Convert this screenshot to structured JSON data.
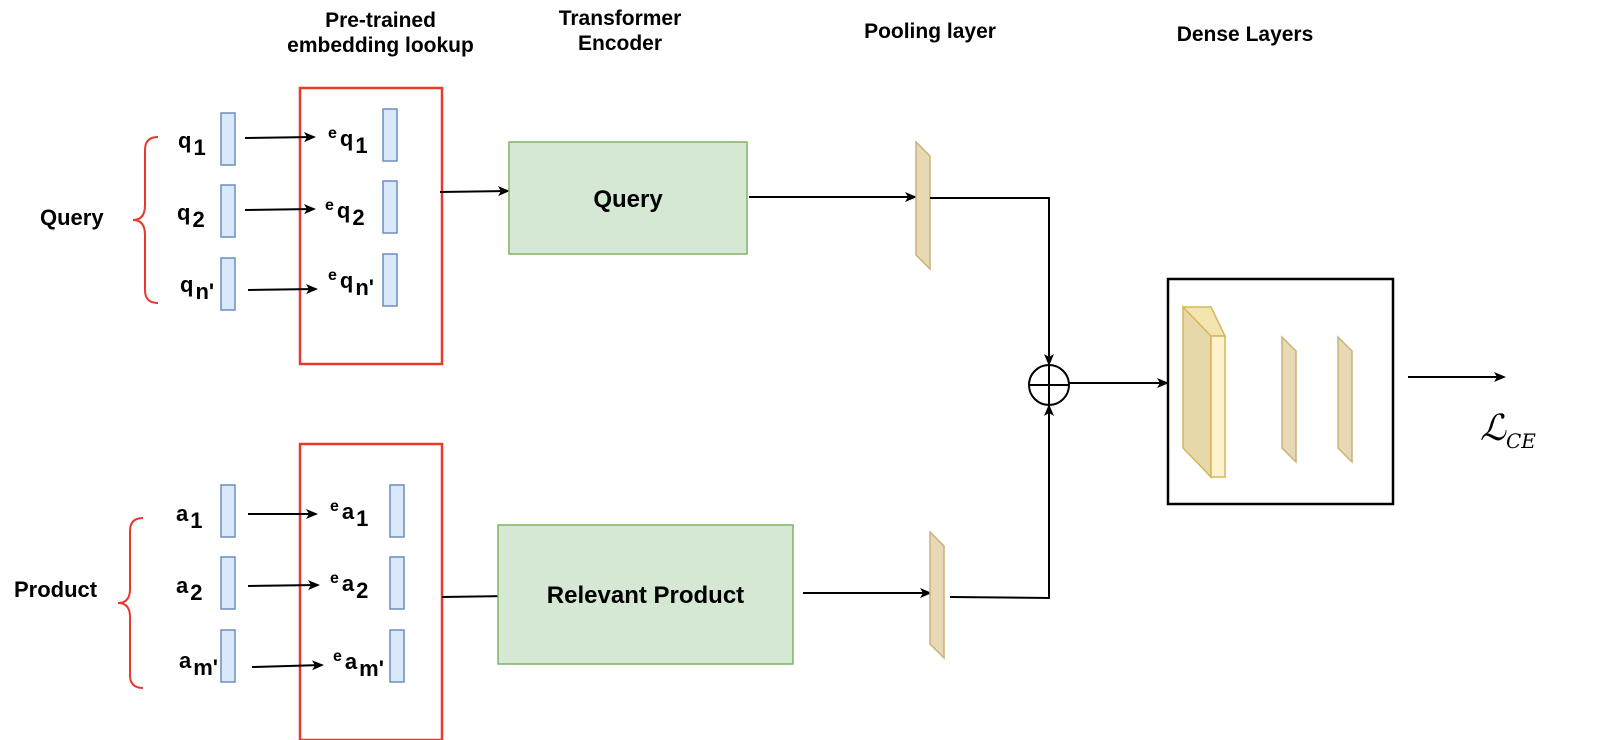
{
  "headers": {
    "embedding": "Pre-trained\nembedding lookup",
    "transformer": "Transformer\nEncoder",
    "pooling": "Pooling layer",
    "dense": "Dense Layers"
  },
  "groups": {
    "query": "Query",
    "product": "Product"
  },
  "encoders": {
    "query": "Query",
    "product": "Relevant Product"
  },
  "query_tokens": [
    {
      "base": "q",
      "sub": "1"
    },
    {
      "base": "q",
      "sub": "2"
    },
    {
      "base": "q",
      "sub": "n'"
    }
  ],
  "query_embeddings": [
    {
      "prefix": "e",
      "base": "q",
      "sub": "1"
    },
    {
      "prefix": "e",
      "base": "q",
      "sub": "2"
    },
    {
      "prefix": "e",
      "base": "q",
      "sub": "n'"
    }
  ],
  "product_tokens": [
    {
      "base": "a",
      "sub": "1"
    },
    {
      "base": "a",
      "sub": "2"
    },
    {
      "base": "a",
      "sub": "m'"
    }
  ],
  "product_embeddings": [
    {
      "prefix": "e",
      "base": "a",
      "sub": "1"
    },
    {
      "prefix": "e",
      "base": "a",
      "sub": "2"
    },
    {
      "prefix": "e",
      "base": "a",
      "sub": "m'"
    }
  ],
  "loss": {
    "symbol": "ℒ",
    "subscript": "CE"
  },
  "colors": {
    "brace": "#e8392f",
    "lookup_box": "#e8392f",
    "token_fill": "#dae8fc",
    "token_stroke": "#6c8ebf",
    "encoder_fill": "#d5e8d4",
    "encoder_stroke": "#82b366",
    "pool_fill": "#e8d9b5",
    "pool_stroke": "#c8b27a",
    "dense_front": "#fff2cc",
    "dense_side": "#e6d8a8",
    "dense_stroke": "#d6b656",
    "line": "#000000"
  }
}
